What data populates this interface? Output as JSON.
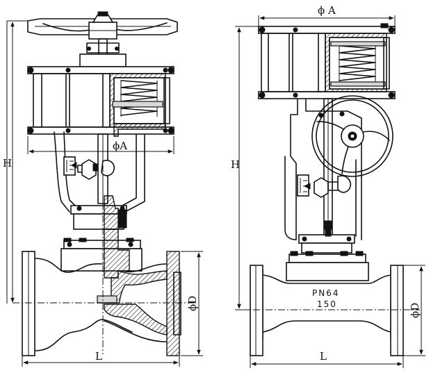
{
  "left_view": {
    "dims": {
      "height": "H",
      "diameter_a": "ϕA",
      "length": "L",
      "diameter_d": "ϕD"
    }
  },
  "right_view": {
    "dims": {
      "diameter_a": "ϕ A",
      "height": "H",
      "length": "L",
      "diameter_d": "ϕD"
    },
    "body_marking": {
      "line1": "PN64",
      "line2": "150"
    }
  }
}
